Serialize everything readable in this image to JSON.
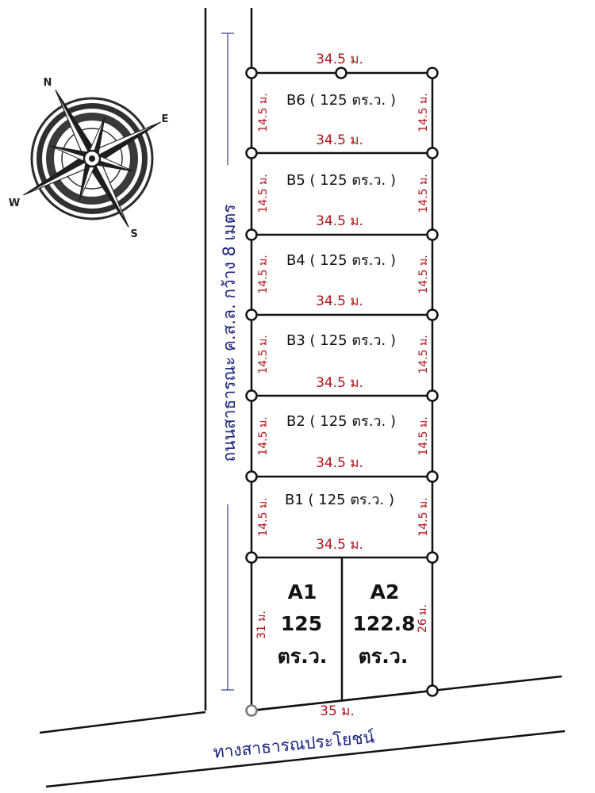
{
  "compass": {
    "north": "N",
    "east": "E",
    "south": "S",
    "west": "W"
  },
  "roads": {
    "side_road_label": "ถนนสาธารณะ ค.ส.ล. กว้าง 8 เมตร",
    "front_road_label": "ทางสาธารณประโยชน์"
  },
  "plots_b": [
    {
      "id": "B6",
      "label": "B6 ( 125 ตร.ว. )",
      "top_width": "34.5 ม.",
      "left_depth": "14.5 ม.",
      "right_depth": "14.5 ม."
    },
    {
      "id": "B5",
      "label": "B5 ( 125 ตร.ว. )",
      "top_width": "34.5 ม.",
      "left_depth": "14.5 ม.",
      "right_depth": "14.5 ม."
    },
    {
      "id": "B4",
      "label": "B4 ( 125 ตร.ว. )",
      "top_width": "34.5 ม.",
      "left_depth": "14.5 ม.",
      "right_depth": "14.5 ม."
    },
    {
      "id": "B3",
      "label": "B3 ( 125 ตร.ว. )",
      "top_width": "34.5 ม.",
      "left_depth": "14.5 ม.",
      "right_depth": "14.5 ม."
    },
    {
      "id": "B2",
      "label": "B2 ( 125 ตร.ว. )",
      "top_width": "34.5 ม.",
      "left_depth": "14.5 ม.",
      "right_depth": "14.5 ม."
    },
    {
      "id": "B1",
      "label": "B1 ( 125 ตร.ว. )",
      "top_width": "34.5 ม.",
      "left_depth": "14.5 ม.",
      "right_depth": "14.5 ม."
    }
  ],
  "b1_bottom_width": "34.5 ม.",
  "plots_a": {
    "a1": {
      "name": "A1",
      "area": "125",
      "unit": "ตร.ว.",
      "depth": "31 ม."
    },
    "a2": {
      "name": "A2",
      "area": "122.8",
      "unit": "ตร.ว.",
      "depth": "26 ม."
    },
    "frontage": "35 ม."
  },
  "colors": {
    "dimension_text": "#b0141d",
    "road_text": "#1a237e",
    "line": "#111111"
  }
}
